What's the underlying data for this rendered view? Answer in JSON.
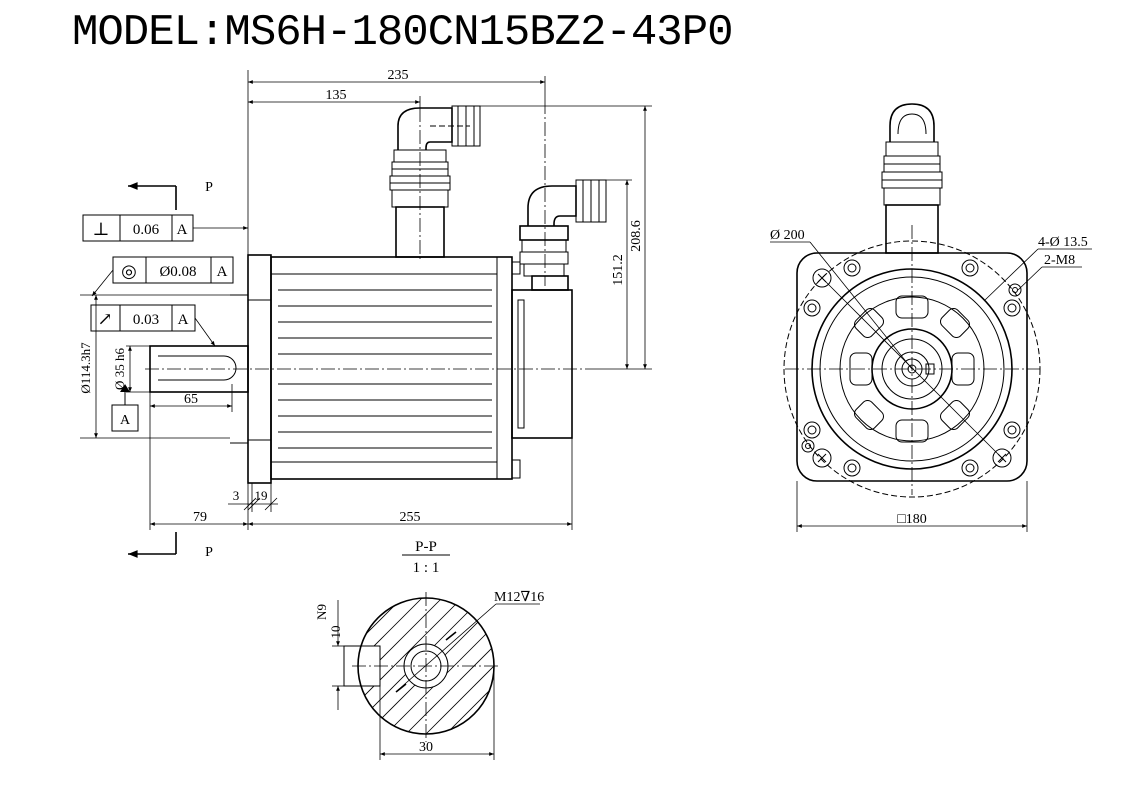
{
  "title": "MODEL:MS6H-180CN15BZ2-43P0",
  "side_view": {
    "dims": {
      "d235": "235",
      "d135": "135",
      "d208_6": "208.6",
      "d151_2": "151.2",
      "d65": "65",
      "d79": "79",
      "d255": "255",
      "d3": "3",
      "d19": "19",
      "shaft_dia": "Ø 35 h6",
      "spigot_dia": "Ø114.3h7"
    },
    "section_marker": "P",
    "datum": "A",
    "tolerances": {
      "perpendicularity": {
        "symbol": "⊥",
        "value": "0.06",
        "datum": "A"
      },
      "concentricity": {
        "symbol": "◎",
        "value": "Ø0.08",
        "datum": "A"
      },
      "runout": {
        "symbol": "↗",
        "value": "0.03",
        "datum": "A"
      }
    }
  },
  "front_view": {
    "bolt_circle": "Ø 200",
    "holes": "4-Ø 13.5",
    "threads": "2-M8",
    "square": "□180"
  },
  "section_view": {
    "label": "P-P",
    "scale": "1 : 1",
    "thread": "M12∇16",
    "key_width": "N9",
    "key_height": "10",
    "diameter": "30"
  }
}
